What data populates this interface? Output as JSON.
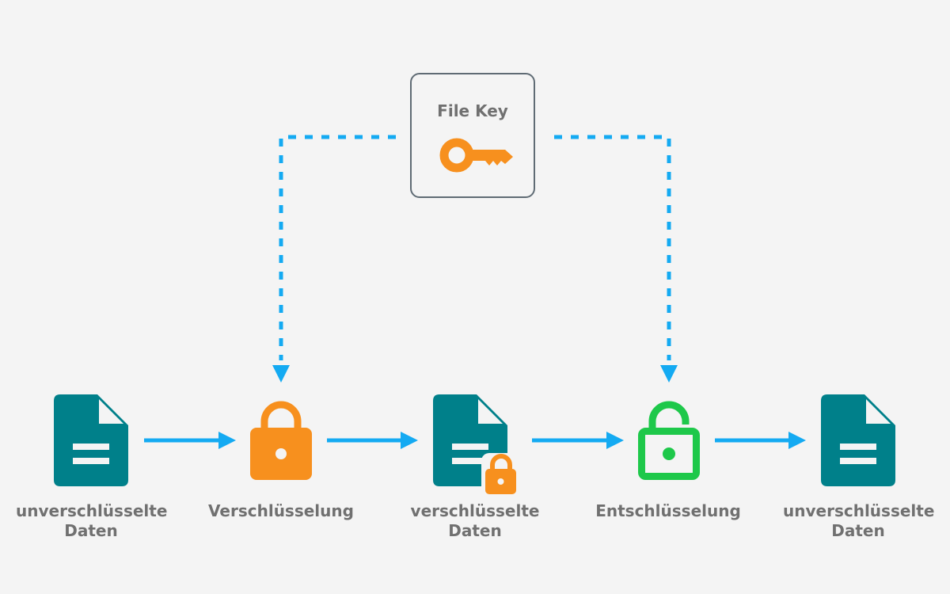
{
  "key": {
    "title": "File Key",
    "icon": "key-icon",
    "color": "#f7901e"
  },
  "nodes": [
    {
      "id": "unencrypted-in",
      "icon": "document-icon",
      "line1": "unverschlüsselte",
      "line2": "Daten"
    },
    {
      "id": "encryption",
      "icon": "lock-closed-icon",
      "line1": "Verschlüsselung",
      "line2": ""
    },
    {
      "id": "encrypted",
      "icon": "document-locked-icon",
      "line1": "verschlüsselte",
      "line2": "Daten"
    },
    {
      "id": "decryption",
      "icon": "lock-open-icon",
      "line1": "Entschlüsselung",
      "line2": ""
    },
    {
      "id": "unencrypted-out",
      "icon": "document-icon",
      "line1": "unverschlüsselte",
      "line2": "Daten"
    }
  ],
  "colors": {
    "document": "#00808a",
    "lock_closed": "#f7901e",
    "lock_open": "#1ec84a",
    "arrow": "#14aaf2",
    "text": "#707070",
    "box_border": "#5f6b74",
    "background": "#f4f4f4"
  }
}
